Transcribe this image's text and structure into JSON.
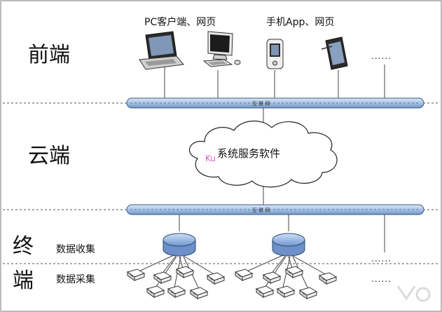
{
  "tiers": {
    "front": "前端",
    "cloud": "云端",
    "terminal_1": "终",
    "terminal_2": "端"
  },
  "front_labels": {
    "pc": "PC客户端、网页",
    "mobile": "手机App、网页",
    "more": "......"
  },
  "network": {
    "top_bus_label": "互 联 网",
    "bottom_bus_label": "互 联 网"
  },
  "cloud": {
    "service": "系统服务软件",
    "watermark": "Ku"
  },
  "terminal": {
    "collect_summary": "数据收集",
    "collect_raw": "数据采集",
    "more_top": "......",
    "more_bottom": "......"
  },
  "colors": {
    "bus_fill": "#a8c4e6",
    "bus_stroke": "#3c5a84",
    "router_fill": "#8fb0e0",
    "router_stroke": "#2c4a78"
  },
  "icons": [
    "laptop-icon",
    "desktop-pc-icon",
    "pda-icon",
    "tablet-icon",
    "cloud-icon",
    "router-icon",
    "sensor-device-icon",
    "watermark-logo-icon"
  ]
}
